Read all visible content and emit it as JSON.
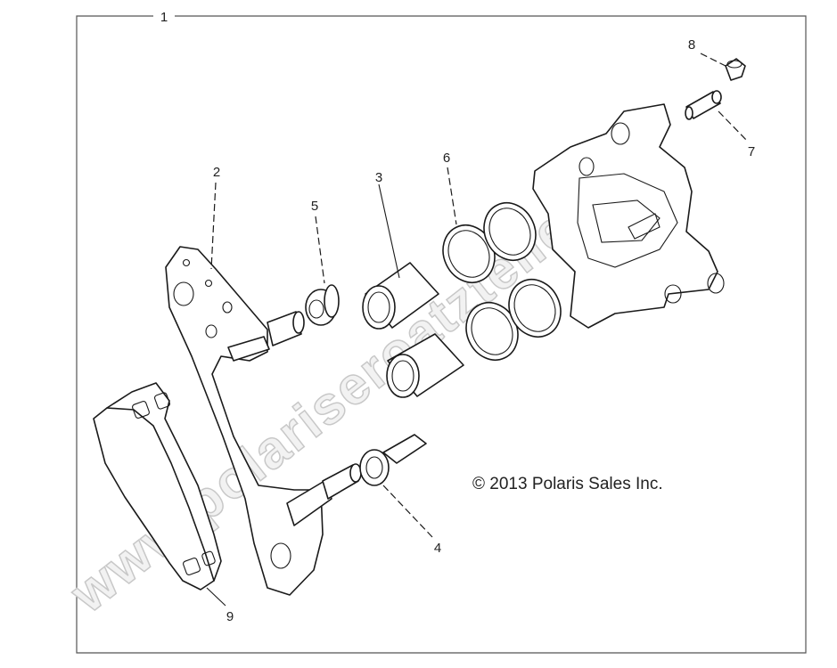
{
  "diagram": {
    "assembly_callout": "1",
    "copyright": "© 2013 Polaris Sales Inc.",
    "watermark": "www.polariseroatzteile.de",
    "parts": [
      {
        "callout": "2"
      },
      {
        "callout": "3"
      },
      {
        "callout": "4"
      },
      {
        "callout": "5"
      },
      {
        "callout": "6"
      },
      {
        "callout": "7"
      },
      {
        "callout": "8"
      },
      {
        "callout": "9"
      }
    ]
  }
}
